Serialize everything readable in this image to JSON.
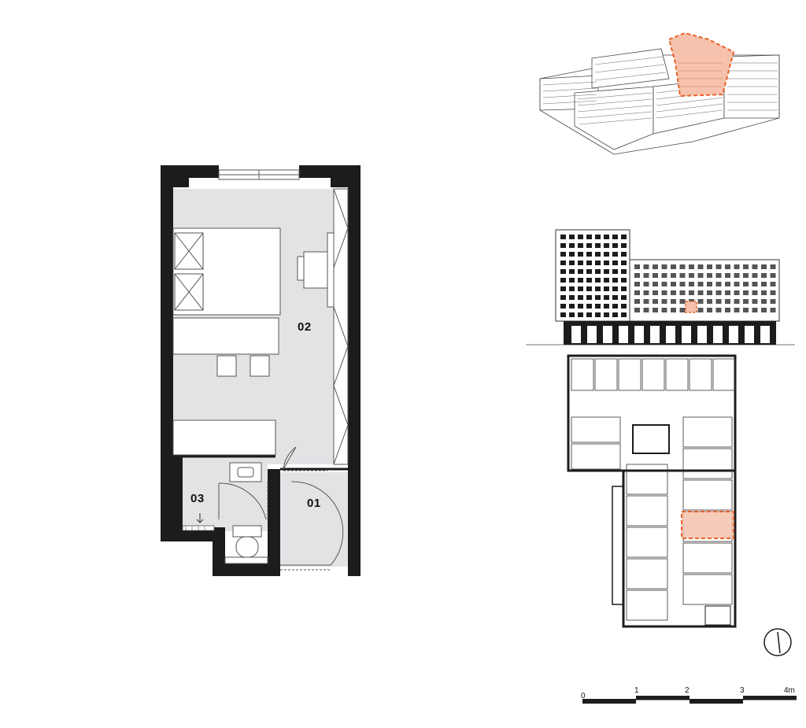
{
  "rooms": [
    {
      "id": "01",
      "label": "01"
    },
    {
      "id": "02",
      "label": "02"
    },
    {
      "id": "03",
      "label": "03"
    }
  ],
  "scale_bar": {
    "ticks": [
      "0",
      "1",
      "2",
      "3",
      "4m"
    ]
  },
  "colors": {
    "wall": "#1c1c1c",
    "floor": "#e3e3e6",
    "highlight_fill": "#f6c2ad",
    "highlight_stroke": "#e8622a",
    "line": "#555555"
  },
  "icons": {
    "north": "north-arrow-icon",
    "drain": "down-arrow-icon"
  }
}
